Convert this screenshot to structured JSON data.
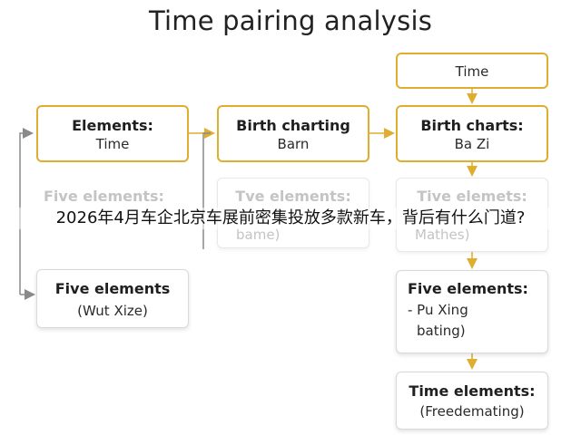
{
  "title": "Time pairing analysis",
  "overlay_caption": "2026年4月车企北京车展前密集投放多款新车，背后有什么门道?",
  "nodes": {
    "elements_time": {
      "heading": "Elements:",
      "sub": "Time"
    },
    "birth_charting": {
      "heading": "Birth charting",
      "sub": "Barn"
    },
    "time_top": {
      "label": "Time"
    },
    "birth_charts": {
      "heading": "Birth charts:",
      "sub": "Ba Zi"
    },
    "ghost_left": {
      "heading": "Five elements:"
    },
    "tve_elements": {
      "heading": "Tve elements:",
      "sub": "bame)"
    },
    "tive_elemets": {
      "heading": "Tive elemets:",
      "sub": "Mathes)"
    },
    "five_elements_left": {
      "heading": "Five elements",
      "sub": "(Wut Xize)"
    },
    "five_elements_right": {
      "heading": "Five elements:",
      "line1": "- Pu Xing",
      "line2": "bating)"
    },
    "time_elements": {
      "heading": "Time elements:",
      "sub": "(Freedemating)"
    }
  },
  "colors": {
    "accent": "#e0ae2e",
    "arrow": "#e0ae2e",
    "connector": "#8a8a8a"
  }
}
